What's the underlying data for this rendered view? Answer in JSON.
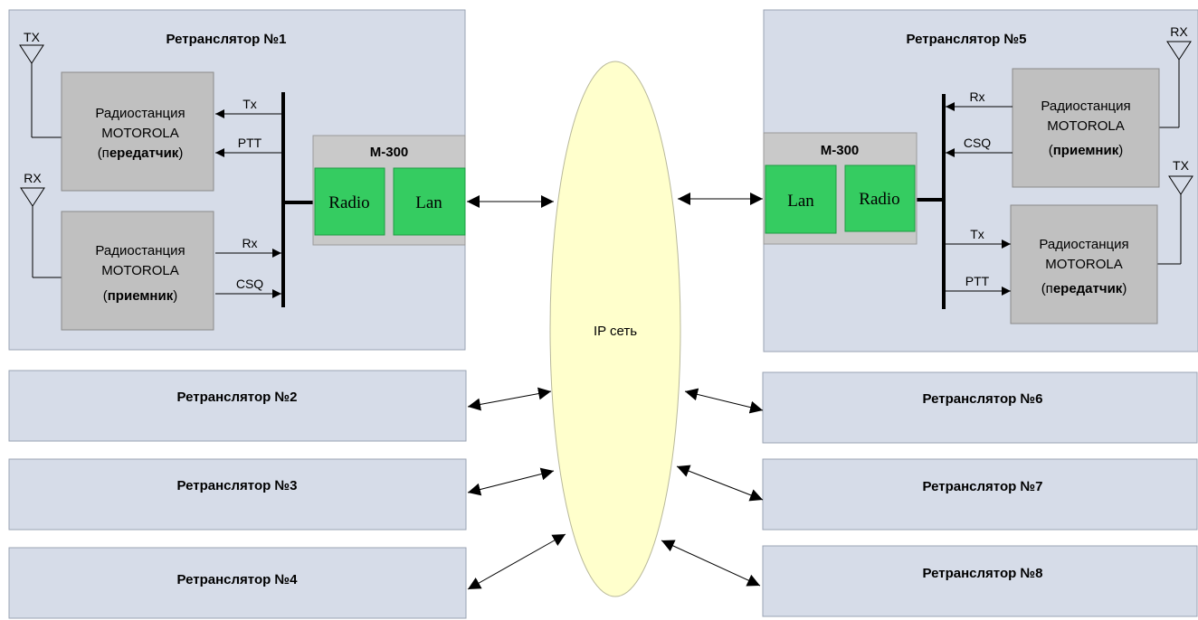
{
  "colors": {
    "repeater_bg": "#d6dce8",
    "box_border": "#9aa3b3",
    "radio_bg": "#c0c0c0",
    "m300_bg": "#c9c9c9",
    "port_green": "#35cc61",
    "cloud_fill": "#ffffcc"
  },
  "network": {
    "label": "IP сеть"
  },
  "repeaters": {
    "r1": "Ретранслятор №1",
    "r2": "Ретранслятор №2",
    "r3": "Ретранслятор №3",
    "r4": "Ретранслятор №4",
    "r5": "Ретранслятор №5",
    "r6": "Ретранслятор №6",
    "r7": "Ретранслятор №7",
    "r8": "Ретранслятор №8"
  },
  "radio": {
    "line1": "Радиостанция",
    "line2": "MOTOROLA",
    "tx_prefix": "(п",
    "tx_bold": "ередатчик",
    "tx_suffix": ")",
    "rx_prefix": "(",
    "rx_bold": "приемник",
    "rx_suffix": ")"
  },
  "m300": {
    "title": "М-300",
    "radio_port": "Radio",
    "lan_port": "Lan"
  },
  "antenna": {
    "tx": "TX",
    "rx": "RX"
  },
  "signals": {
    "tx": "Tx",
    "ptt": "PTT",
    "rx": "Rx",
    "csq": "CSQ"
  }
}
